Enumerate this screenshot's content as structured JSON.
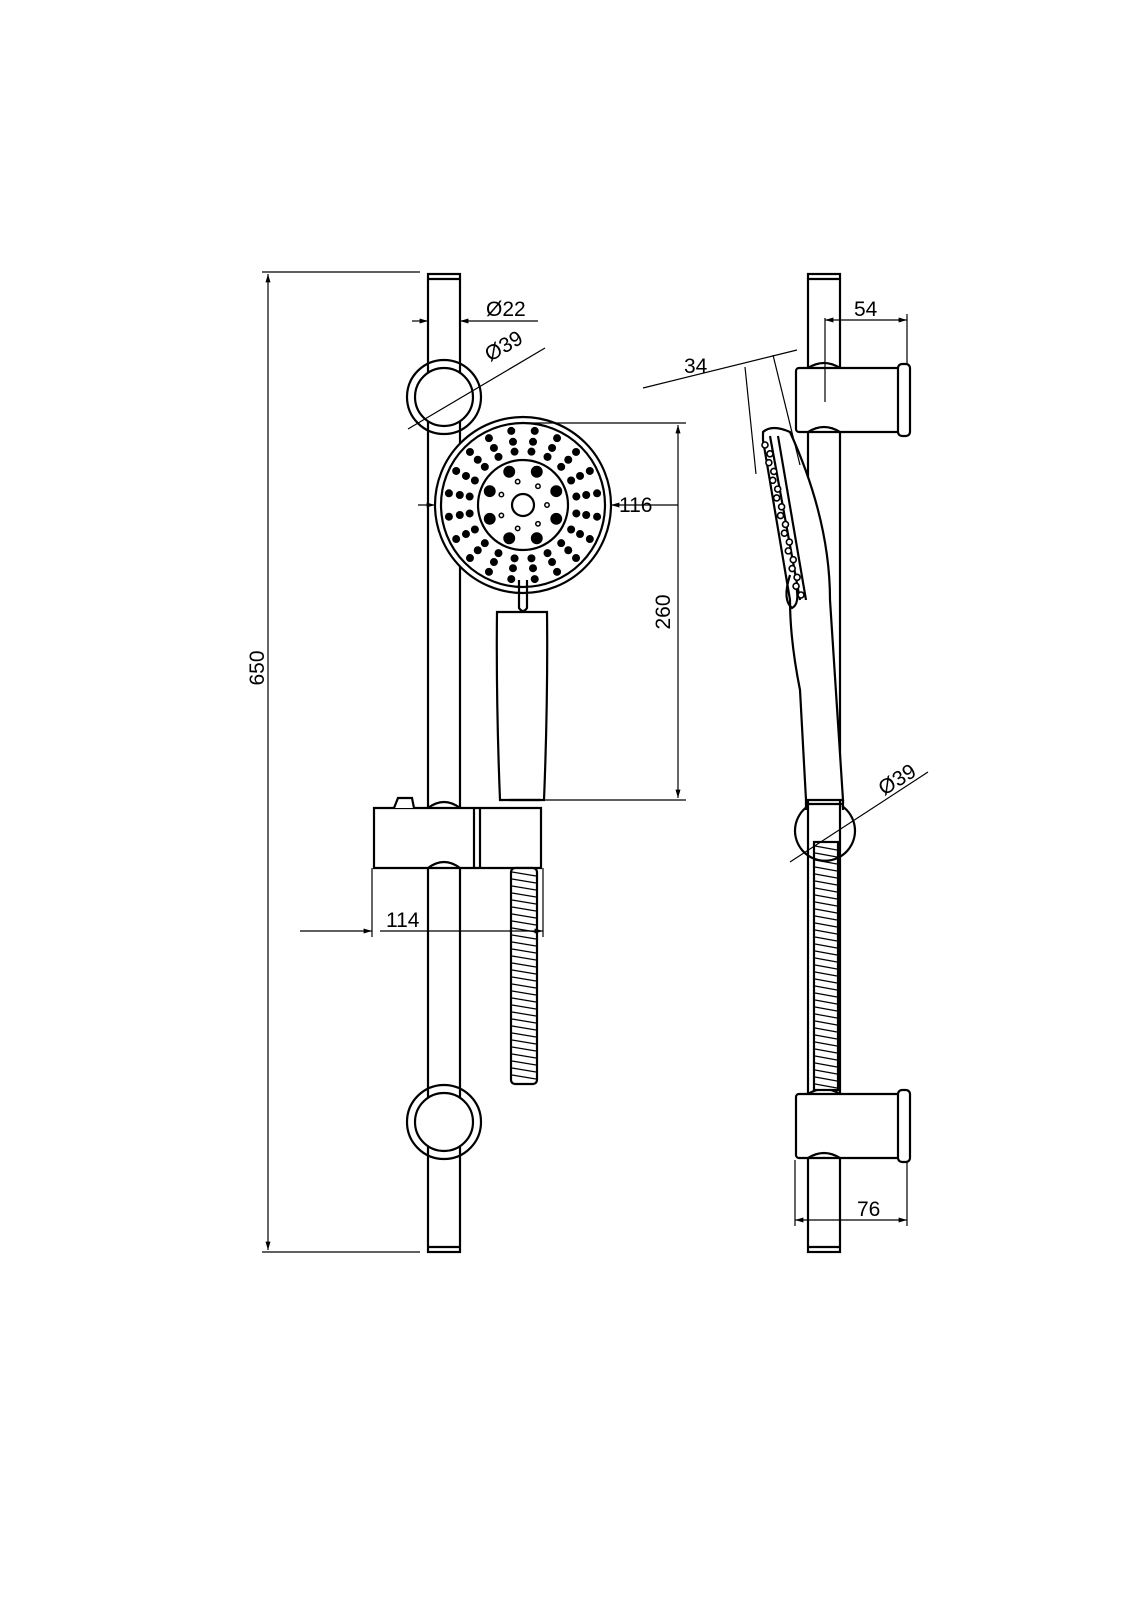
{
  "drawing": {
    "front_view": {
      "rail_diameter": "Ø22",
      "bracket_diameter": "Ø39",
      "head_diameter": "116",
      "handset_length": "260",
      "rail_length": "650",
      "slider_depth": "114"
    },
    "side_view": {
      "head_thickness": "34",
      "bracket_projection": "54",
      "hose_outlet_diameter": "Ø39",
      "bracket_total_projection": "76"
    },
    "line_color": "#000000",
    "background": "#ffffff"
  }
}
